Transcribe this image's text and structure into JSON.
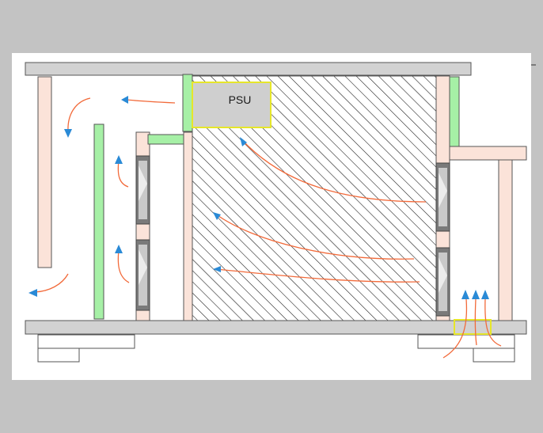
{
  "diagram": {
    "psu_label": "PSU",
    "colors": {
      "frame_grey": "#d2d2d2",
      "frame_stroke": "#555555",
      "panel_green": "#a6f0a6",
      "panel_pink": "#fbe3d9",
      "psu_fill": "#cfcfcf",
      "psu_outline": "#e6e62a",
      "hot_air": "#f26a3a",
      "cool_air": "#2a8ad6",
      "hatch": "#111111"
    },
    "fans": [
      {
        "id": "left-upper-fan"
      },
      {
        "id": "left-lower-fan"
      },
      {
        "id": "right-upper-fan"
      },
      {
        "id": "right-lower-fan"
      }
    ]
  }
}
